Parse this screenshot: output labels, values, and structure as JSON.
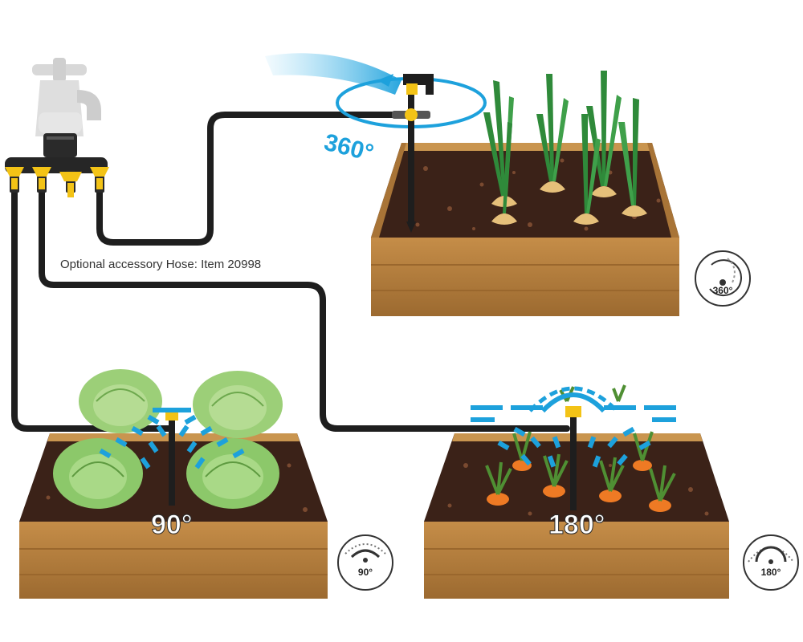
{
  "caption": "Optional accessory Hose: Item 20998",
  "sprinklers": [
    {
      "id": "s360",
      "angle_label": "360°",
      "icon_label": "360°",
      "crop": "onion"
    },
    {
      "id": "s90",
      "angle_label": "90°",
      "icon_label": "90°",
      "crop": "cabbage"
    },
    {
      "id": "s180",
      "angle_label": "180°",
      "icon_label": "180°",
      "crop": "carrot"
    }
  ],
  "colors": {
    "hose": "#1e1e1e",
    "spray": "#1da1dc",
    "soil": "#3b2218",
    "wood": "#b07a3c",
    "fitting": "#f3c316",
    "leaf": "#8cc86a",
    "onion_stem": "#2f8a3a",
    "carrot": "#ee7a24"
  },
  "icons": [
    "faucet-icon",
    "sprinkler-360-icon",
    "sprinkler-90-icon",
    "sprinkler-180-icon"
  ]
}
